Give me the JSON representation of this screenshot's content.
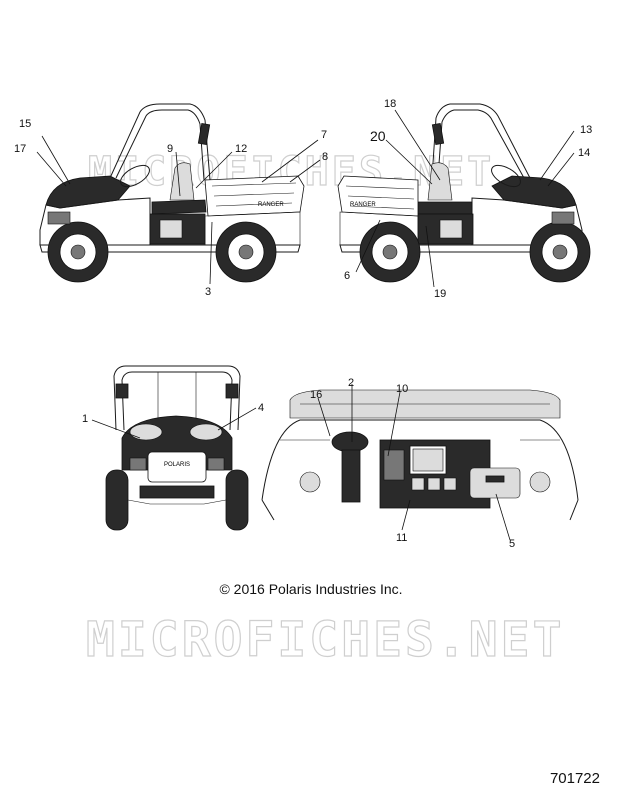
{
  "watermark": "MICROFICHES.NET",
  "copyright": "© 2016 Polaris Industries Inc.",
  "drawing_number": "701722",
  "vehicle_decal_text": {
    "left_bed": "RANGER",
    "right_bed": "RANGER",
    "front_badge": "POLARIS"
  },
  "callouts": {
    "c1": "1",
    "c2": "2",
    "c3": "3",
    "c4": "4",
    "c5": "5",
    "c6": "6",
    "c7": "7",
    "c8": "8",
    "c9": "9",
    "c10": "10",
    "c11": "11",
    "c12": "12",
    "c13": "13",
    "c14": "14",
    "c15": "15",
    "c16": "16",
    "c17": "17",
    "c18": "18",
    "c19": "19",
    "c20": "20"
  }
}
